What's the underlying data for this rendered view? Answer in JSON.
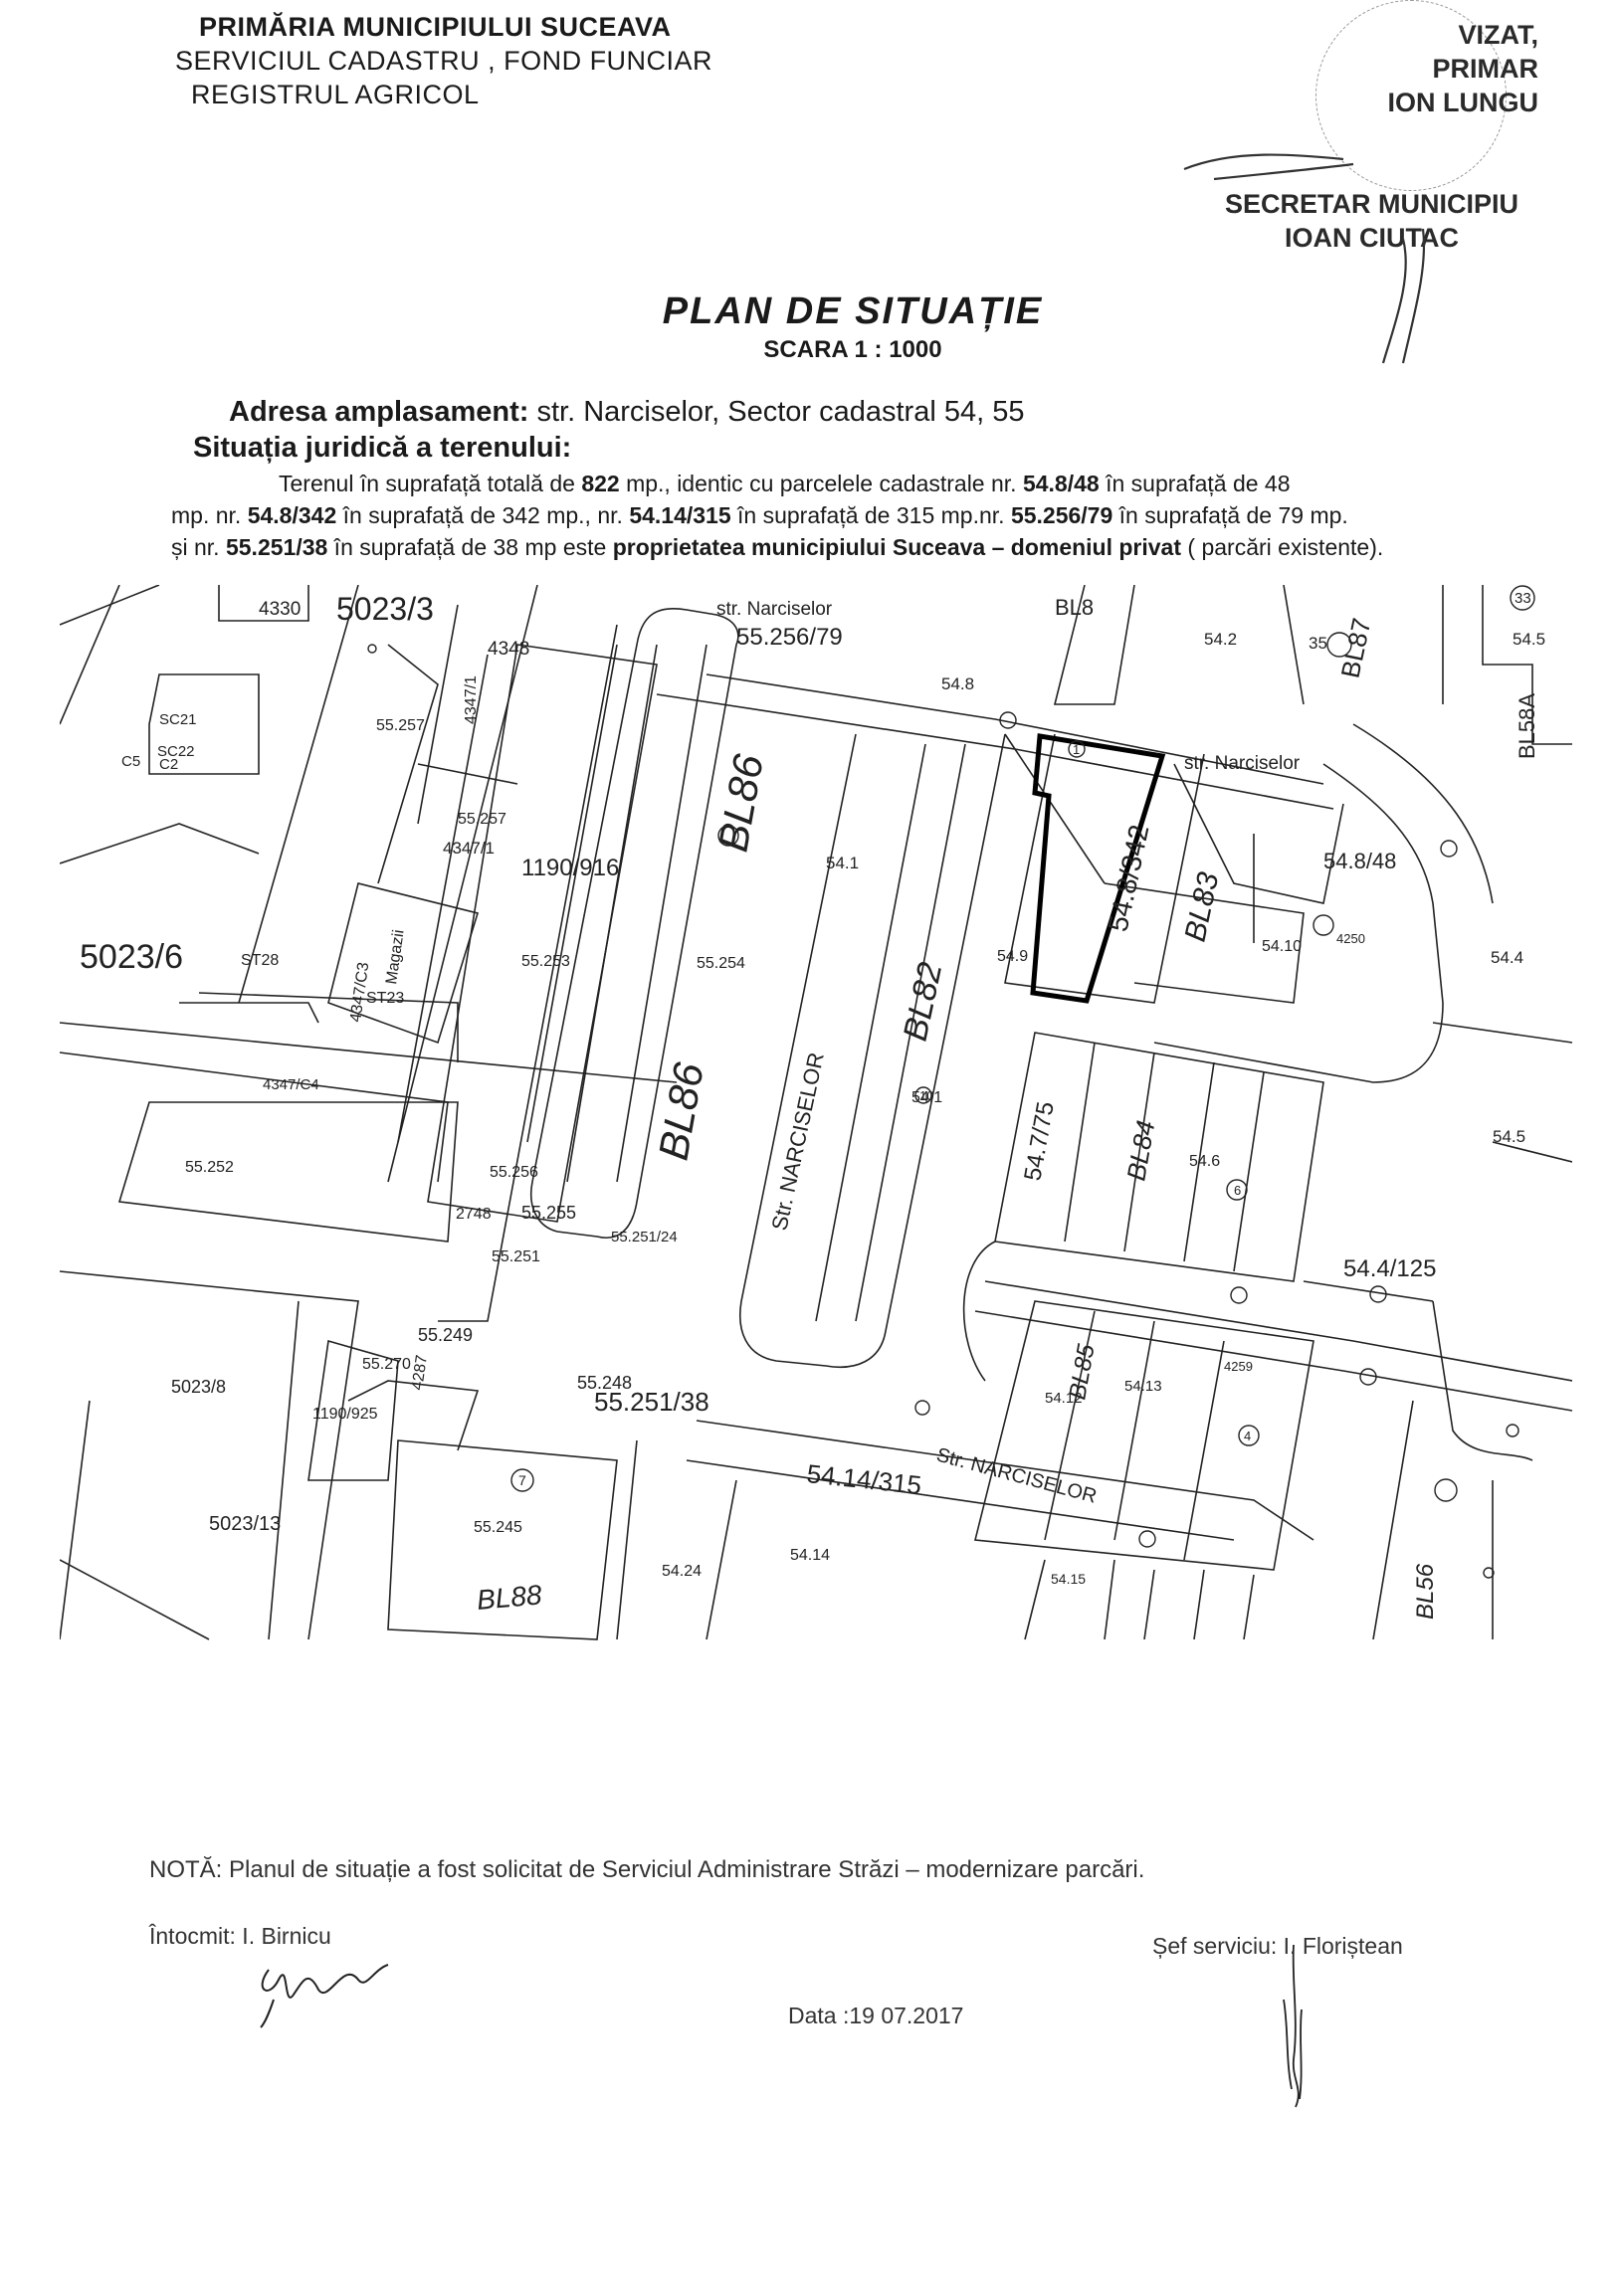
{
  "header": {
    "line1": "PRIMĂRIA MUNICIPIULUI SUCEAVA",
    "line2": "SERVICIUL CADASTRU , FOND FUNCIAR",
    "line3": "REGISTRUL AGRICOL"
  },
  "visa": {
    "vizat": "VIZAT,",
    "primar": "PRIMAR",
    "primar_name": "ION LUNGU",
    "secretar": "SECRETAR MUNICIPIU",
    "secretar_name": "IOAN CIUTAC"
  },
  "title": "PLAN DE SITUAȚIE",
  "scale": "SCARA 1 : 1000",
  "address": {
    "label": "Adresa amplasament:",
    "value": " str. Narciselor,  Sector cadastral 54, 55"
  },
  "legal_label": "Situația juridică a terenului:",
  "legal_text": {
    "s1": "Terenul în suprafață totală de ",
    "total": "822",
    "s2": " mp., identic cu parcelele cadastrale nr. ",
    "p1": "54.8/48",
    "s3": " în suprafață de 48",
    "s4": "mp. nr. ",
    "p2": "54.8/342",
    "s5": " în suprafață de 342 mp., nr. ",
    "p3": "54.14/315",
    "s6": " în suprafață de 315 mp.nr. ",
    "p4": "55.256/79",
    "s7": " în suprafață de 79 mp.",
    "s8": "și nr. ",
    "p5": "55.251/38",
    "s9": " în suprafață de 38 mp este ",
    "owner": "proprietatea municipiului Suceava – domeniul privat",
    "s10": " ( parcări existente)."
  },
  "map_labels": {
    "l_4330": "4330",
    "l_5023_3": "5023/3",
    "l_4347_1a": "4347/1",
    "l_4348": "4348",
    "l_str_narciselor_1": "str. Narciselor",
    "l_55_256_79": "55.256/79",
    "l_bl8": "BL8",
    "l_54_2": "54.2",
    "l_bl87": "BL87",
    "l_35": "35",
    "l_33": "33",
    "l_54_5": "54.5",
    "l_bl58a": "BL58A",
    "l_sc21": "SC21",
    "l_sc22": "SC22",
    "l_c5": "C5",
    "l_c2": "C2",
    "l_55_257a": "55.257",
    "l_55_257b": "55.257",
    "l_4347_1b": "4347/1",
    "l_1190_916": "1190/916",
    "l_bl86a": "BL86",
    "l_bl86b": "BL86",
    "l_54_8": "54.8",
    "l_str_narciselor_2": "str. Narciselor",
    "l_54_8_342": "54.8/342",
    "l_54_8_48": "54.8/48",
    "l_54_1": "54.1",
    "l_5023_6": "5023/6",
    "l_st28": "ST28",
    "l_4347_c3": "4347/C3",
    "l_magazii": "Magazii",
    "l_st23": "ST23",
    "l_55_253": "55.253",
    "l_55_254": "55.254",
    "l_bl83": "BL83",
    "l_54_10": "54.10",
    "l_4250": "4250",
    "l_54_4": "54.4",
    "l_54_9": "54.9",
    "l_bl82": "BL82",
    "l_4347_c4": "4347/C4",
    "l_55_252": "55.252",
    "l_str_narciselor_v": "Str. NARCISELOR",
    "l_54_1b": "54.1",
    "l_10": "10",
    "l_54_7_75": "54.7/75",
    "l_bl84": "BL84",
    "l_54_6": "54.6",
    "l_6": "6",
    "l_54_5b": "54.5",
    "l_55_256": "55.256",
    "l_2748": "2748",
    "l_55_255": "55.255",
    "l_55_251_24": "55.251/24",
    "l_55_251": "55.251",
    "l_54_4_125": "54.4/125",
    "l_55_249": "55.249",
    "l_55_270": "55.270",
    "l_4287": "4287",
    "l_55_248": "55.248",
    "l_55_251_38": "55.251/38",
    "l_5023_8": "5023/8",
    "l_1190_925": "1190/925",
    "l_bl85": "BL85",
    "l_54_13": "54.13",
    "l_4259": "4259",
    "l_54_12": "54.12",
    "l_4": "4",
    "l_str_narciselor_3": "Str. NARCISELOR",
    "l_54_14_315": "54.14/315",
    "l_5023_13": "5023/13",
    "l_7": "7",
    "l_55_245": "55.245",
    "l_54_24": "54.24",
    "l_54_14": "54.14",
    "l_54_15": "54.15",
    "l_bl88": "BL88",
    "l_bl56": "BL56",
    "l_1": "1"
  },
  "note": {
    "label": "NOTĂ:",
    "text": " Planul de situație a fost solicitat de Serviciul Administrare Străzi – modernizare parcări."
  },
  "prepared": "Întocmit: I. Birnicu",
  "head_of_service": "Șef serviciu: I. Floriștean",
  "date": "Data :19 07.2017"
}
